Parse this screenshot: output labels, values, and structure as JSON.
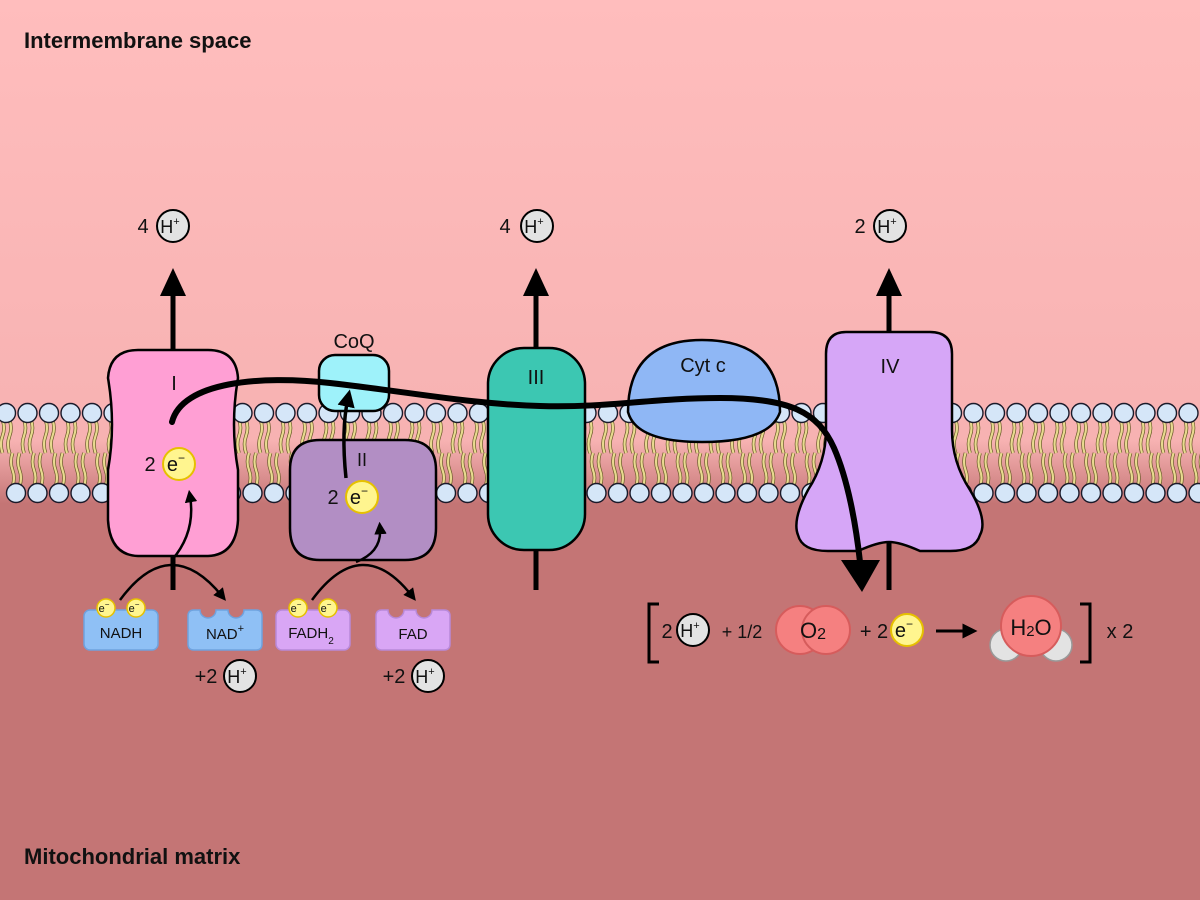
{
  "regions": {
    "intermembrane_label": "Intermembrane space",
    "matrix_label": "Mitochondrial matrix"
  },
  "colors": {
    "intermembrane": "#ffbdbd",
    "matrix": "#c47575",
    "lipid_head": "#d5e6f8",
    "lipid_tail": "#e8da8f",
    "complex_I": "#ff9fd4",
    "complex_II": "#b28ec4",
    "complex_III": "#3cc7b2",
    "cyt_c": "#8fb7f5",
    "complex_IV": "#d6a6f7",
    "coq": "#9ef2fa",
    "electron": "#fff58f",
    "proton": "#e3e3e3",
    "oxygen": "#f58080",
    "nadh": "#8fc0f5",
    "fadh2": "#d9a6f5"
  },
  "complexes": {
    "I": "I",
    "II": "II",
    "III": "III",
    "IV": "IV",
    "cyt_c": "Cyt c",
    "coq": "CoQ"
  },
  "pumps": {
    "complex_I": "4",
    "complex_III": "4",
    "complex_IV": "2"
  },
  "symbols": {
    "proton": "H",
    "proton_charge": "+",
    "electron": "e",
    "electron_charge": "−",
    "small_electron": "e",
    "small_electron_charge": "−"
  },
  "electrons": {
    "complex_I_count": "2",
    "complex_II_count": "2"
  },
  "carriers": {
    "nadh": "NADH",
    "nad": "NAD",
    "nad_charge": "+",
    "nad_protons": "+2",
    "fadh": "FADH",
    "fadh_sub": "2",
    "fad": "FAD",
    "fad_protons": "+2"
  },
  "reaction": {
    "proton_coef": "2",
    "plus_half": "+ 1/2",
    "oxygen": "O",
    "oxygen_sub": "2",
    "plus_two": "+ 2",
    "water_h": "H",
    "water_sub": "2",
    "water_o": "O",
    "multiplier": "x 2"
  }
}
